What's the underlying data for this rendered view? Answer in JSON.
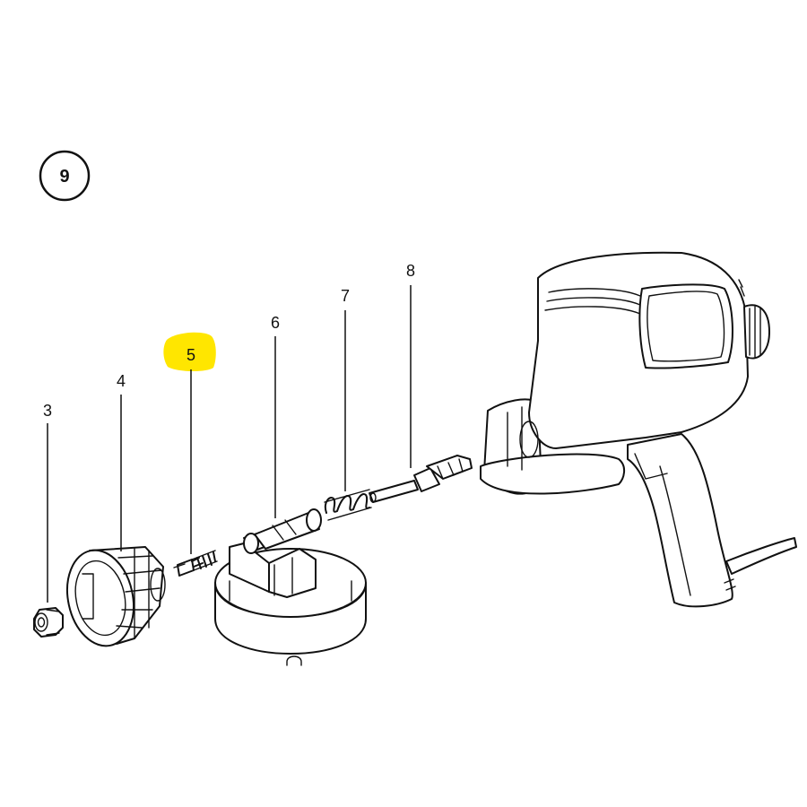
{
  "figure_number": "9",
  "callouts": [
    {
      "id": "3",
      "part": "nut"
    },
    {
      "id": "4",
      "part": "nozzle-cap"
    },
    {
      "id": "5",
      "part": "spring-pin",
      "highlighted": true
    },
    {
      "id": "6",
      "part": "valve-base"
    },
    {
      "id": "7",
      "part": "spring"
    },
    {
      "id": "8",
      "part": "needle-valve"
    }
  ],
  "highlight_color": "#FFE600"
}
